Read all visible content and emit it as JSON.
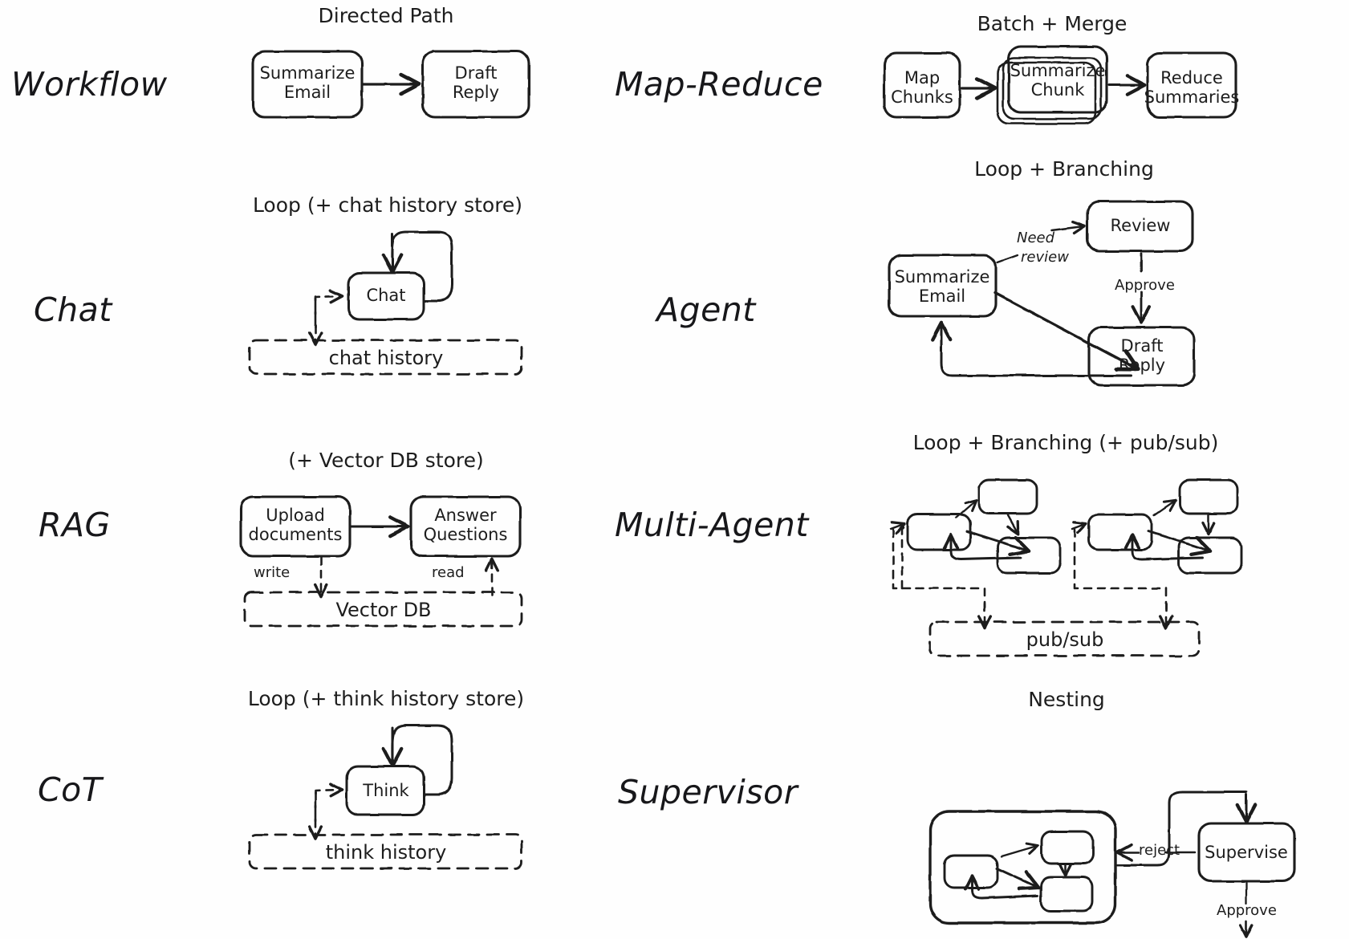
{
  "meta": {
    "title": "Agentic patterns: workflow topologies",
    "background": "#fefefe",
    "ink": "#1d1d1d"
  },
  "rows": [
    {
      "id": "workflow",
      "label": "Workflow",
      "panel": {
        "title": "Directed Path",
        "nodes": [
          {
            "id": "summarize-email",
            "line1": "Summarize",
            "line2": "Email"
          },
          {
            "id": "draft-reply",
            "line1": "Draft",
            "line2": "Reply"
          }
        ],
        "edges": [
          {
            "from": "summarize-email",
            "to": "draft-reply",
            "label": ""
          }
        ],
        "stores": []
      }
    },
    {
      "id": "map-reduce",
      "label": "Map-Reduce",
      "panel": {
        "title": "Batch + Merge",
        "nodes": [
          {
            "id": "map-chunks",
            "line1": "Map",
            "line2": "Chunks"
          },
          {
            "id": "summarize-chunk",
            "line1": "Summarize",
            "line2": "Chunk",
            "stacked": true
          },
          {
            "id": "reduce-summaries",
            "line1": "Reduce",
            "line2": "Summaries"
          }
        ],
        "edges": [
          {
            "from": "map-chunks",
            "to": "summarize-chunk",
            "label": ""
          },
          {
            "from": "summarize-chunk",
            "to": "reduce-summaries",
            "label": ""
          }
        ],
        "stores": []
      }
    },
    {
      "id": "chat",
      "label": "Chat",
      "panel": {
        "title": "Loop (+ chat history store)",
        "nodes": [
          {
            "id": "chat-node",
            "line1": "Chat",
            "line2": ""
          }
        ],
        "edges": [
          {
            "from": "chat-node",
            "to": "chat-node",
            "label": ""
          }
        ],
        "stores": [
          {
            "id": "chat-history",
            "label": "chat history"
          }
        ]
      }
    },
    {
      "id": "agent",
      "label": "Agent",
      "panel": {
        "title": "Loop + Branching",
        "nodes": [
          {
            "id": "summarize-email",
            "line1": "Summarize",
            "line2": "Email"
          },
          {
            "id": "review",
            "line1": "Review",
            "line2": ""
          },
          {
            "id": "draft-reply",
            "line1": "Draft",
            "line2": "Reply"
          }
        ],
        "edges": [
          {
            "from": "summarize-email",
            "to": "review",
            "label": "Need review"
          },
          {
            "from": "review",
            "to": "draft-reply",
            "label": "Approve"
          },
          {
            "from": "summarize-email",
            "to": "draft-reply",
            "label": ""
          },
          {
            "from": "draft-reply",
            "to": "summarize-email",
            "label": ""
          }
        ],
        "stores": []
      }
    },
    {
      "id": "rag",
      "label": "RAG",
      "panel": {
        "title": "(+ Vector DB store)",
        "nodes": [
          {
            "id": "upload-documents",
            "line1": "Upload",
            "line2": "documents"
          },
          {
            "id": "answer-questions",
            "line1": "Answer",
            "line2": "Questions"
          }
        ],
        "edges": [
          {
            "from": "upload-documents",
            "to": "answer-questions",
            "label": ""
          },
          {
            "from": "upload-documents",
            "to": "vector-db",
            "label": "write"
          },
          {
            "from": "vector-db",
            "to": "answer-questions",
            "label": "read"
          }
        ],
        "stores": [
          {
            "id": "vector-db",
            "label": "Vector DB"
          }
        ]
      }
    },
    {
      "id": "multi-agent",
      "label": "Multi-Agent",
      "panel": {
        "title": "Loop + Branching (+ pub/sub)",
        "nodes": [],
        "edges": [],
        "stores": [
          {
            "id": "pub-sub",
            "label": "pub/sub"
          }
        ]
      }
    },
    {
      "id": "cot",
      "label": "CoT",
      "panel": {
        "title": "Loop (+ think history store)",
        "nodes": [
          {
            "id": "think-node",
            "line1": "Think",
            "line2": ""
          }
        ],
        "edges": [
          {
            "from": "think-node",
            "to": "think-node",
            "label": ""
          }
        ],
        "stores": [
          {
            "id": "think-history",
            "label": "think history"
          }
        ]
      }
    },
    {
      "id": "supervisor",
      "label": "Supervisor",
      "panel": {
        "title": "Nesting",
        "nodes": [
          {
            "id": "supervise",
            "line1": "Supervise",
            "line2": ""
          }
        ],
        "edges": [
          {
            "from": "subgraph",
            "to": "supervise",
            "label": ""
          },
          {
            "from": "supervise",
            "to": "subgraph",
            "label": "reject"
          },
          {
            "from": "supervise",
            "to": "out",
            "label": "Approve"
          }
        ],
        "stores": []
      }
    }
  ],
  "labels": {
    "workflow": "Workflow",
    "map_reduce": "Map-Reduce",
    "chat": "Chat",
    "agent": "Agent",
    "rag": "RAG",
    "multi_agent": "Multi-Agent",
    "cot": "CoT",
    "supervisor": "Supervisor"
  },
  "titles": {
    "directed_path": "Directed Path",
    "batch_merge": "Batch + Merge",
    "loop_chat": "Loop (+ chat history store)",
    "loop_branching": "Loop + Branching",
    "vector_db_store": "(+ Vector DB store)",
    "loop_branching_pubsub": "Loop + Branching (+ pub/sub)",
    "loop_think": "Loop (+ think history store)",
    "nesting": "Nesting"
  },
  "nodes": {
    "summarize_l1": "Summarize",
    "summarize_l2": "Email",
    "draft_l1": "Draft",
    "draft_l2": "Reply",
    "map_l1": "Map",
    "map_l2": "Chunks",
    "sumchunk_l1": "Summarize",
    "sumchunk_l2": "Chunk",
    "reduce_l1": "Reduce",
    "reduce_l2": "Summaries",
    "chat": "Chat",
    "review": "Review",
    "agent_sum_l1": "Summarize",
    "agent_sum_l2": "Email",
    "agent_draft_l1": "Draft",
    "agent_draft_l2": "Reply",
    "upload_l1": "Upload",
    "upload_l2": "documents",
    "answer_l1": "Answer",
    "answer_l2": "Questions",
    "think": "Think",
    "supervise": "Supervise"
  },
  "stores": {
    "chat_history": "chat history",
    "vector_db": "Vector DB",
    "pub_sub": "pub/sub",
    "think_history": "think history"
  },
  "edge_labels": {
    "need": "Need",
    "review": "review",
    "approve": "Approve",
    "write": "write",
    "read": "read",
    "reject": "reject",
    "approve2": "Approve"
  }
}
